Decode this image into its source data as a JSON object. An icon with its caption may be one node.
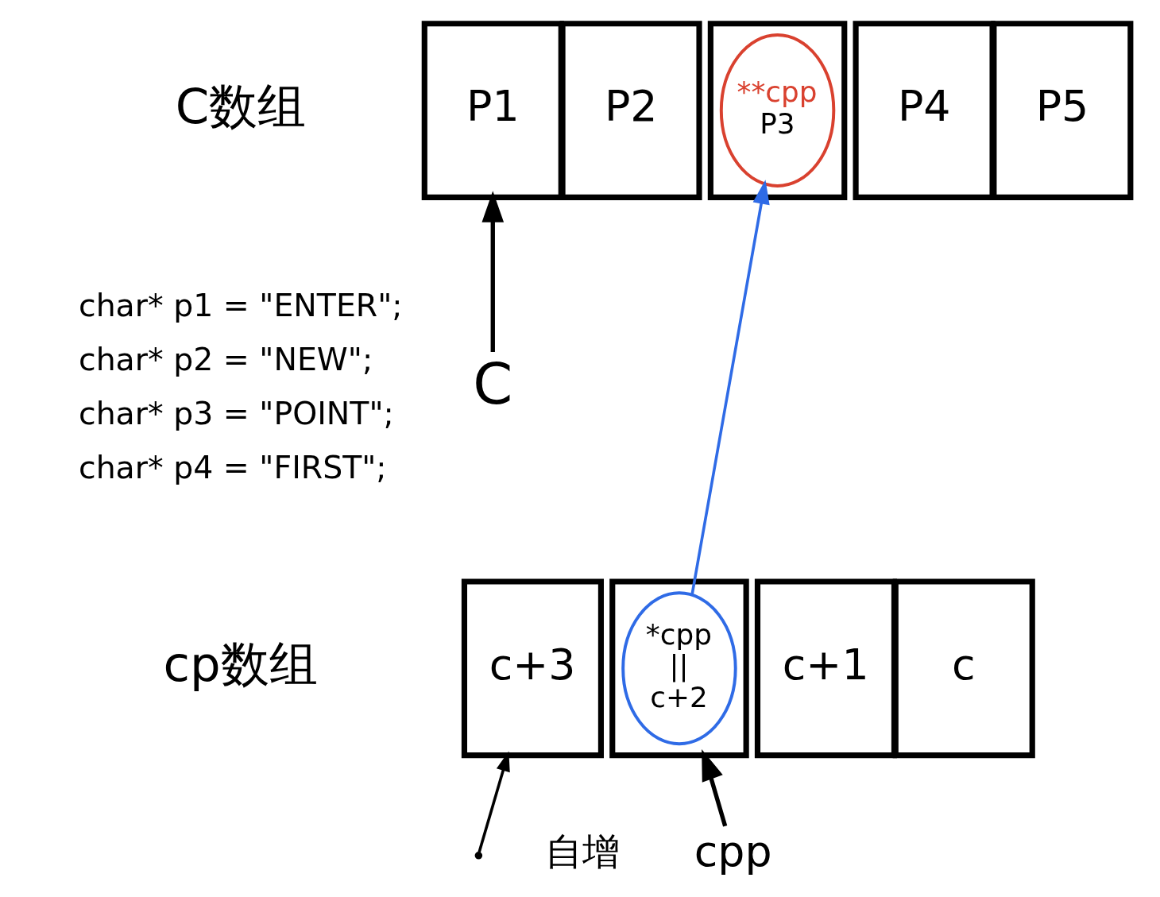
{
  "diagram": {
    "nodes": [
      {
        "text": [
          "P1"
        ]
      },
      {
        "text": [
          "P2"
        ]
      },
      {
        "text": [],
        "shape": "box"
      },
      {
        "text": [
          "**cpp",
          "P3"
        ],
        "in": 2
      },
      {
        "text": [
          "P4"
        ]
      },
      {
        "text": [
          "P5"
        ]
      },
      {
        "text": [
          "C"
        ]
      },
      {
        "text": [
          "c+3"
        ]
      },
      {
        "text": [],
        "shape": "box"
      },
      {
        "text": [
          "*cpp",
          "||",
          "c+2"
        ],
        "in": 8
      },
      {
        "text": [
          "c+1"
        ]
      },
      {
        "text": [
          "c"
        ]
      },
      {
        "text": [
          "cpp"
        ]
      }
    ],
    "edges": [
      {
        "from": 6,
        "to": 0,
        "arrow": "to"
      },
      {
        "from": 9,
        "to": 3,
        "arrow": "to",
        "color": "#2f6be6"
      },
      {
        "from": 12,
        "to": 8,
        "arrow": "to"
      },
      {
        "from": null,
        "to": 7,
        "arrow": "to"
      }
    ],
    "labels": [
      "C数组",
      "char* p1 = \"ENTER\";",
      "char* p2 = \"NEW\";",
      "char* p3 = \"POINT\";",
      "char* p4 = \"FIRST\";",
      "cp数组",
      "自增"
    ]
  }
}
